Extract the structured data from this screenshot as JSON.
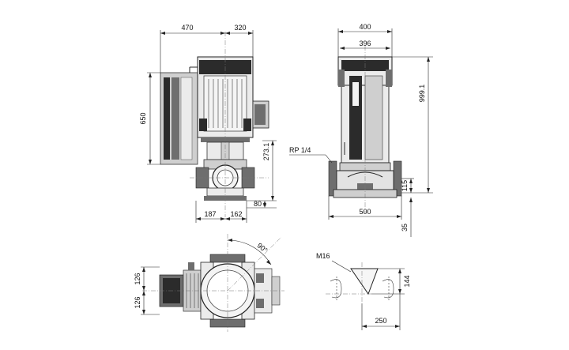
{
  "dimensions": {
    "front_width_left": "470",
    "front_width_right": "320",
    "front_height": "650",
    "shaft_height": "273.1",
    "base_left": "187",
    "base_right": "162",
    "base_offset": "80",
    "side_width_outer": "400",
    "side_width_inner": "396",
    "side_total_height": "999.1",
    "side_flange_height": "115",
    "side_base_length": "500",
    "side_below_base": "35",
    "vent_label": "RP 1/4",
    "top_left_1": "126",
    "top_left_2": "126",
    "top_angle": "90°",
    "foot_thread": "M16",
    "foot_height": "144",
    "foot_length": "250"
  }
}
